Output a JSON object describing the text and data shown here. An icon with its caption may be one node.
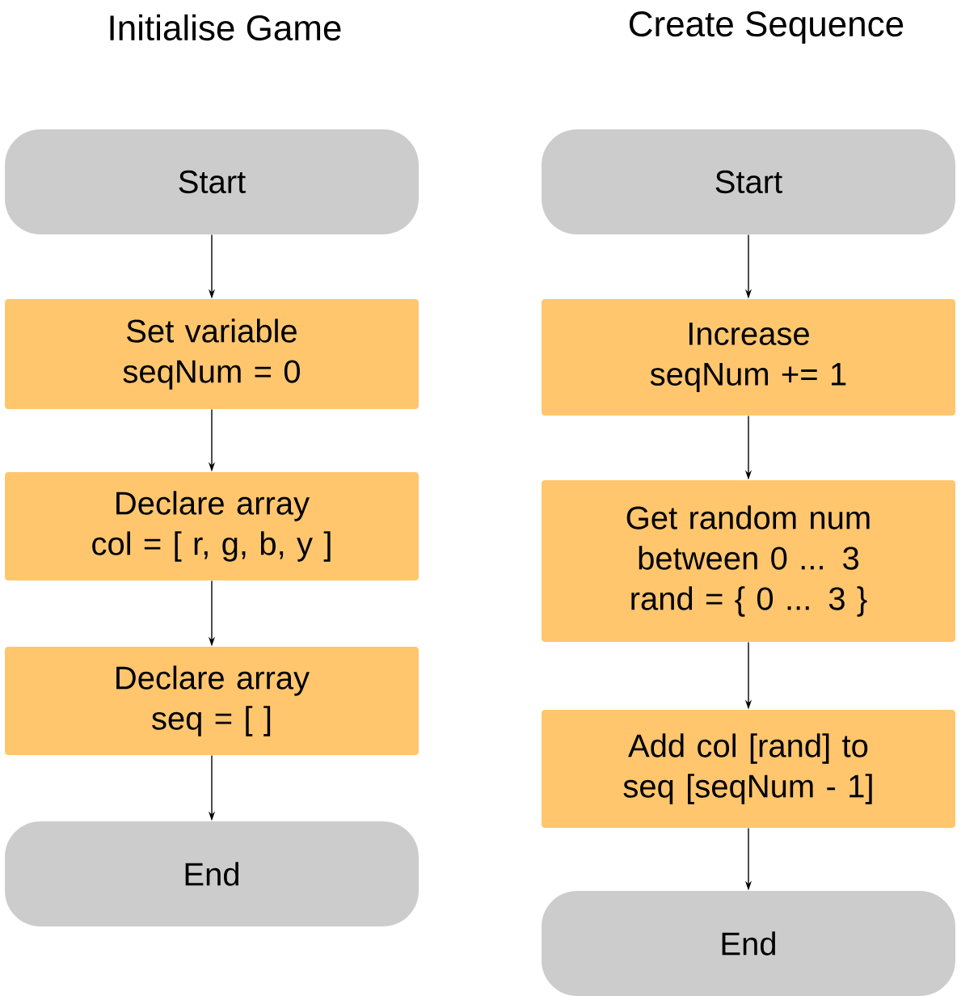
{
  "diagram": {
    "nodes": [
      {
        "text": [
          "Start"
        ]
      },
      {
        "text": [
          "Set variable seqNum = 0"
        ]
      },
      {
        "text": [
          "Declare array col = [ r, g, b, y ]"
        ]
      },
      {
        "text": [
          "Declare array seq = [ ]"
        ]
      },
      {
        "text": [
          "End"
        ]
      },
      {
        "text": [
          "Start"
        ]
      },
      {
        "text": [
          "Increase seqNum += 1"
        ]
      },
      {
        "text": [
          "Get random num between 0 ... 3 rand = { 0 ... 3 }"
        ]
      },
      {
        "text": [
          "Add col [rand] to seq [seqNum - 1]"
        ]
      },
      {
        "text": [
          "End"
        ]
      }
    ],
    "edges": [
      {
        "from": 0,
        "to": 1,
        "arrow": "to"
      },
      {
        "from": 1,
        "to": 2,
        "arrow": "to"
      },
      {
        "from": 2,
        "to": 3,
        "arrow": "to"
      },
      {
        "from": 3,
        "to": 4,
        "arrow": "to"
      },
      {
        "from": 5,
        "to": 6,
        "arrow": "to"
      },
      {
        "from": 6,
        "to": 7,
        "arrow": "to"
      },
      {
        "from": 7,
        "to": 8,
        "arrow": "to"
      },
      {
        "from": 8,
        "to": 9,
        "arrow": "to"
      }
    ],
    "labels": [
      "Initialise Game",
      "Create Sequence"
    ]
  }
}
